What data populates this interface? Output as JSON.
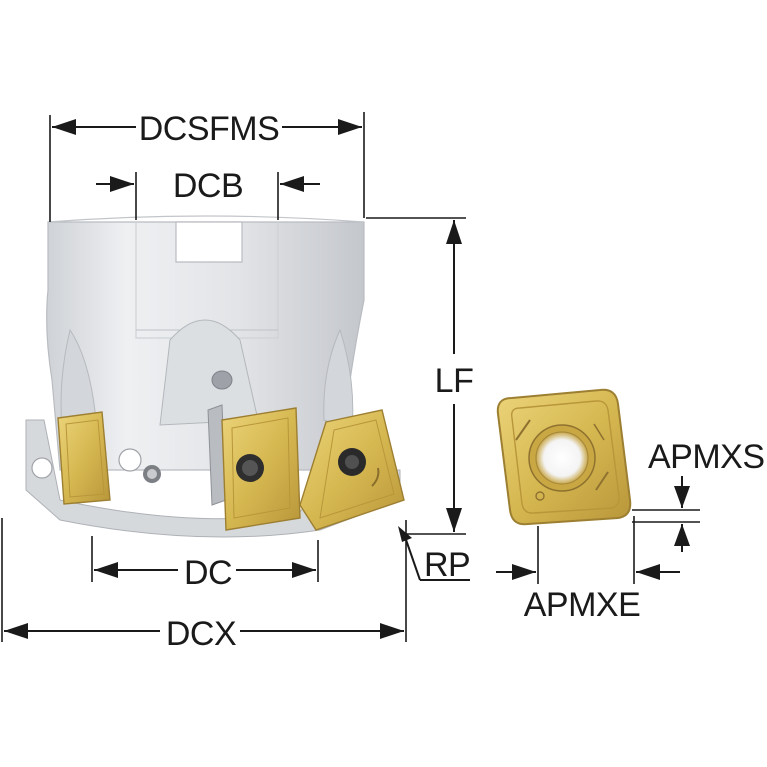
{
  "labels": {
    "dcsfms": "DCSFMS",
    "dcb": "DCB",
    "lf": "LF",
    "dc": "DC",
    "dcx": "DCX",
    "rp": "RP",
    "apmxs": "APMXS",
    "apmxe": "APMXE"
  },
  "colors": {
    "body": "#e4e6e9",
    "body_shade": "#c8cbd0",
    "insert_gold": "#d9bc5a",
    "insert_edge": "#a8893a",
    "line": "#1a1a1a"
  },
  "icons": {
    "cutter": "milling-cutter-body",
    "insert": "square-indexable-insert"
  }
}
